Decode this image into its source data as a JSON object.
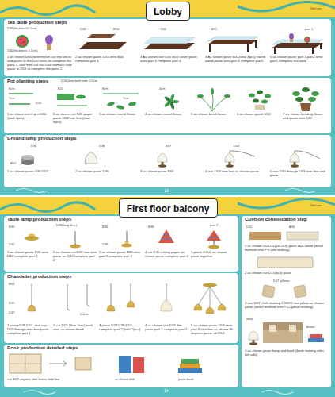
{
  "diagram": {
    "nodes": [
      {
        "text": [
          "Lobby"
        ]
      },
      {
        "text": [
          "Tea table production steps"
        ]
      },
      {
        "text": [
          "Pot planting steps"
        ]
      },
      {
        "text": [
          "Ground lamp production steps"
        ]
      },
      {
        "text": [
          "First floor balcony"
        ]
      },
      {
        "text": [
          "Table lamp production steps"
        ]
      },
      {
        "text": [
          "Chandelier production steps"
        ]
      },
      {
        "text": [
          "Book production detailed steps"
        ]
      },
      {
        "text": [
          "Cushion consolidation step"
        ]
      }
    ],
    "labels": [
      "Unit:cm",
      "D66(thickness0.1cm)",
      "D40(thickness 0.1cm)",
      "D33",
      "B16",
      "D05",
      "B41",
      "part 1",
      "1 as shown D66 watermelon cut into slices and paste to the D40 torus to complete the parts 1, and then cut the D64 stamens and paste to D51 to complete the parts 2",
      "2 as shown paste D33 onto B16 complete part 3",
      "3 As shown use D05 dust cover paste onto part 3 complete part 4",
      "4 As shown paste B41(total 4pcs) round wood paste onto part 4 complete part5",
      "5 as shown paste part 1,part2 onto part5 complete tea table",
      "D24(twist both side 0.5cm",
      "8cm",
      "7cm",
      "D24",
      "E23",
      "8cm",
      "7cm",
      "4cm",
      "1 as shown cut 4 pcs D24 (total 4pcs)",
      "2 as shown cut E23 paper paste D24 iron line (total 8pcs)",
      "3 as shown round flower",
      "4 as shown round flower",
      "5 as shown bend flower",
      "6 as shown paste D56",
      "7 as shown bending flower and paste onto D65",
      "D30",
      "B57",
      "D36",
      "B37",
      "D03",
      "1 as shown paste D30,D57",
      "2 as shown paste D36",
      "3 as shown paste B37",
      "4 use D03 wire line as shown paste",
      "5 use D30 through D03 wire line and paste",
      "13",
      "Unit:cm",
      "B36",
      "D42",
      "D23(long 2cm)",
      "B36",
      "D36",
      "B38",
      "part 2",
      "1 as shown paste B36 onto D42 complete part 1",
      "2 as shown cut D23 iron wire paste on D42 complete part 2",
      "3 as shown paste B36 onto part 2 complete part 3",
      "4 cut E36 cutting paper as shown paste complete part 4",
      "5 paste 2,3,4, as shown paste together",
      "B03",
      "B39",
      "D47",
      "0.4cm",
      "1 paste D39,D57 ,and use D03 through wire line paste complete part 1",
      "2 cut D23 (3cm,4cm) each one ,as shown bend",
      "3 paste D23,D39,D57 complete part 2 (total 2pcs)",
      "4 as shown use D05 film paste part 1 complete part 2",
      "5 as shown paste D54 onto part 3,wire line as shown 90 degrees paste on D54",
      "cut E07 anyone ,dot line is fold line",
      "as shown fold",
      "paste book",
      "D10",
      "A06",
      "1 as shown cut D10(18.5X4) paste A06 wood (detail method refer P9 sofa making)",
      "2 as shown cut D13(4x3) paste",
      "D07 pillows",
      "3 use D07 cloth making 2.5X2.5 two pillow as shown paste (detail method refer P12 pillow making)",
      "lamp",
      "books",
      "4 as shown paste lamp and book (book making refer left side)",
      "14"
    ]
  }
}
